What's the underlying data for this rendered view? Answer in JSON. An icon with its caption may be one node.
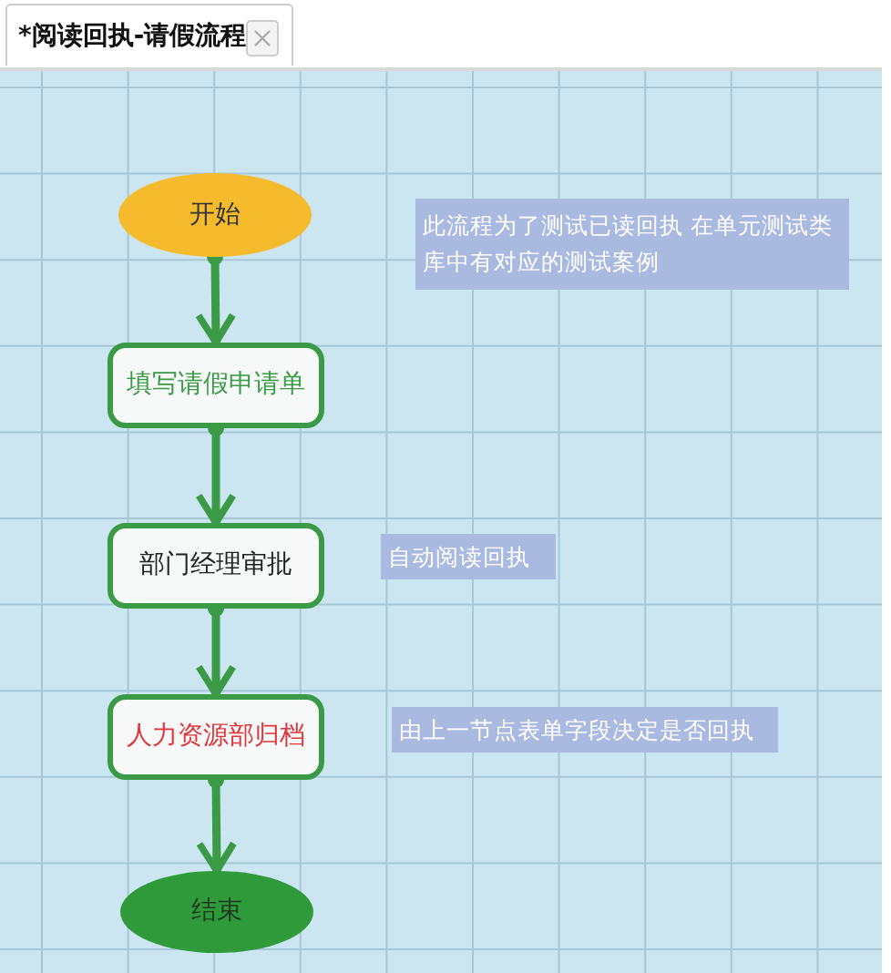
{
  "diagram": {
    "title": "*阅读回执-请假流程",
    "nodes": [
      {
        "text": [
          "开始"
        ]
      },
      {
        "text": [
          "此流程为了测试已读回执 在单元测试类库中有对应的测试案例"
        ]
      },
      {
        "text": [
          "填写请假申请单"
        ]
      },
      {
        "text": [
          "部门经理审批"
        ]
      },
      {
        "text": [
          "自动阅读回执"
        ]
      },
      {
        "text": [
          "人力资源部归档"
        ]
      },
      {
        "text": [
          "由上一节点表单字段决定是否回执"
        ]
      },
      {
        "text": [
          "结束"
        ]
      }
    ],
    "edges": [
      {
        "from": 0,
        "to": 2,
        "arrow": "to"
      },
      {
        "from": 2,
        "to": 3,
        "arrow": "to"
      },
      {
        "from": 3,
        "to": 5,
        "arrow": "to"
      },
      {
        "from": 5,
        "to": 7,
        "arrow": "to"
      }
    ]
  }
}
